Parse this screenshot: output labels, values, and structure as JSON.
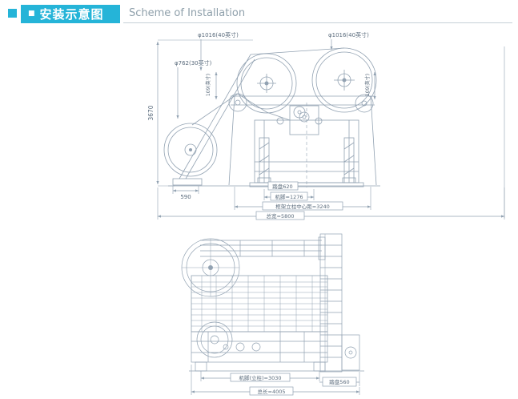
{
  "header": {
    "bullet": "■",
    "title_cn": "安装示意图",
    "title_en": "Scheme of Installation"
  },
  "front_view": {
    "dims": {
      "beam_1016_left": "φ1016(40英寸)",
      "beam_1016_right": "φ1016(40英寸)",
      "beam_762": "φ762(30英寸)",
      "height_3670": "3670",
      "side_109_left": "109(英寸)",
      "side_109_right": "109(英寸)",
      "base_590": "590",
      "tread_620": "踏盘620",
      "foot_1276": "机脚=1276",
      "column_3240": "框架立柱中心距=3240",
      "width_5800": "总宽=5800"
    }
  },
  "side_view": {
    "dims": {
      "foot_3030": "机脚(立柱)=3030",
      "tread_560": "踏盘560",
      "length_4005": "总长=4005"
    }
  },
  "colors": {
    "accent": "#25b4d8",
    "drawing_line": "#92a2b2",
    "dim_text": "#5a6b7c"
  }
}
